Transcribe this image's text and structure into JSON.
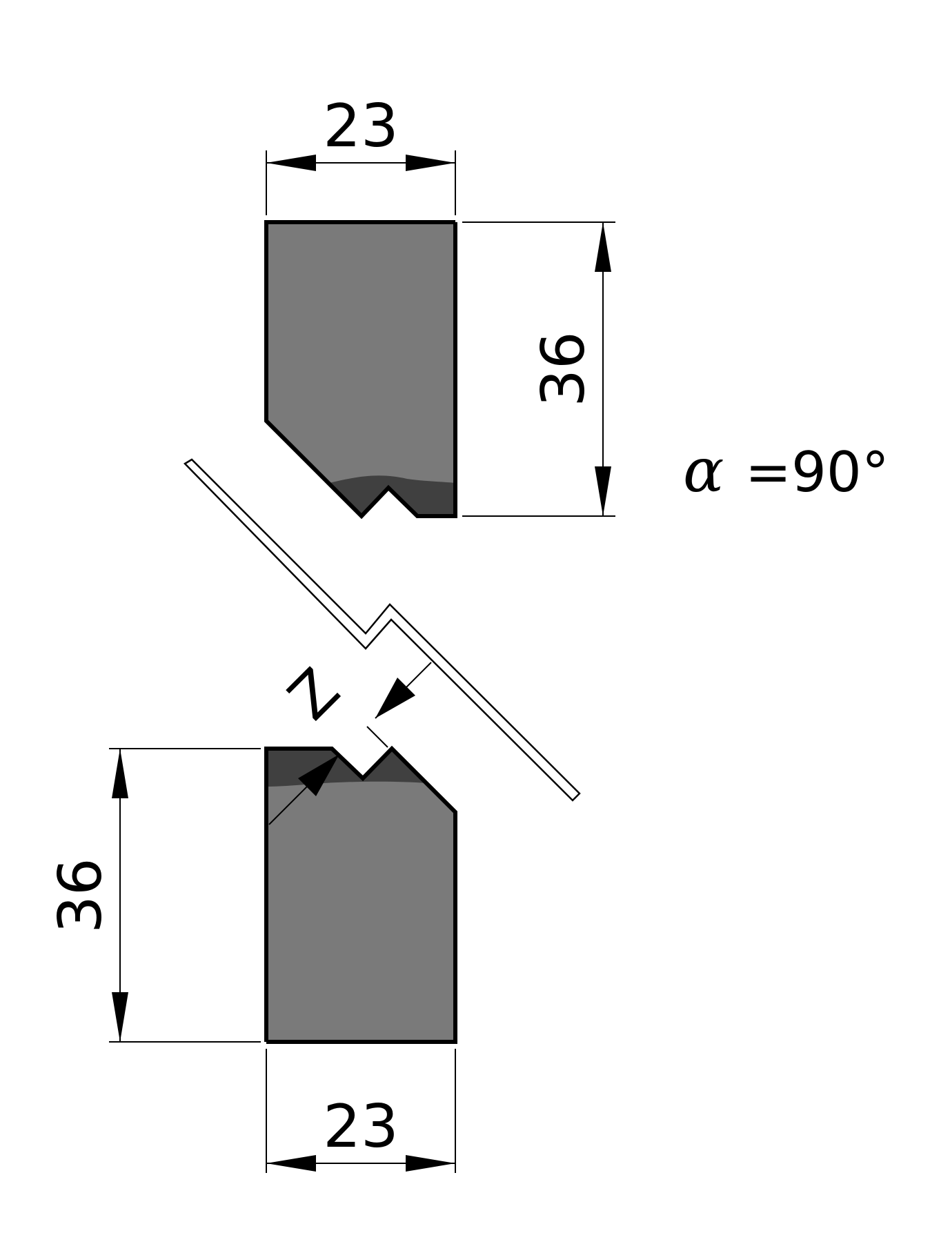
{
  "colors": {
    "background": "#ffffff",
    "tool_body": "#7a7a7a",
    "tool_tip": "#404040",
    "outline": "#000000",
    "sheet_fill": "#ffffff"
  },
  "punch": {
    "width_label": "23",
    "height_label": "36"
  },
  "angle": {
    "symbol": "α",
    "value": "=90°"
  },
  "die": {
    "width_label": "23",
    "height_label": "36",
    "tip_label": "Z"
  }
}
